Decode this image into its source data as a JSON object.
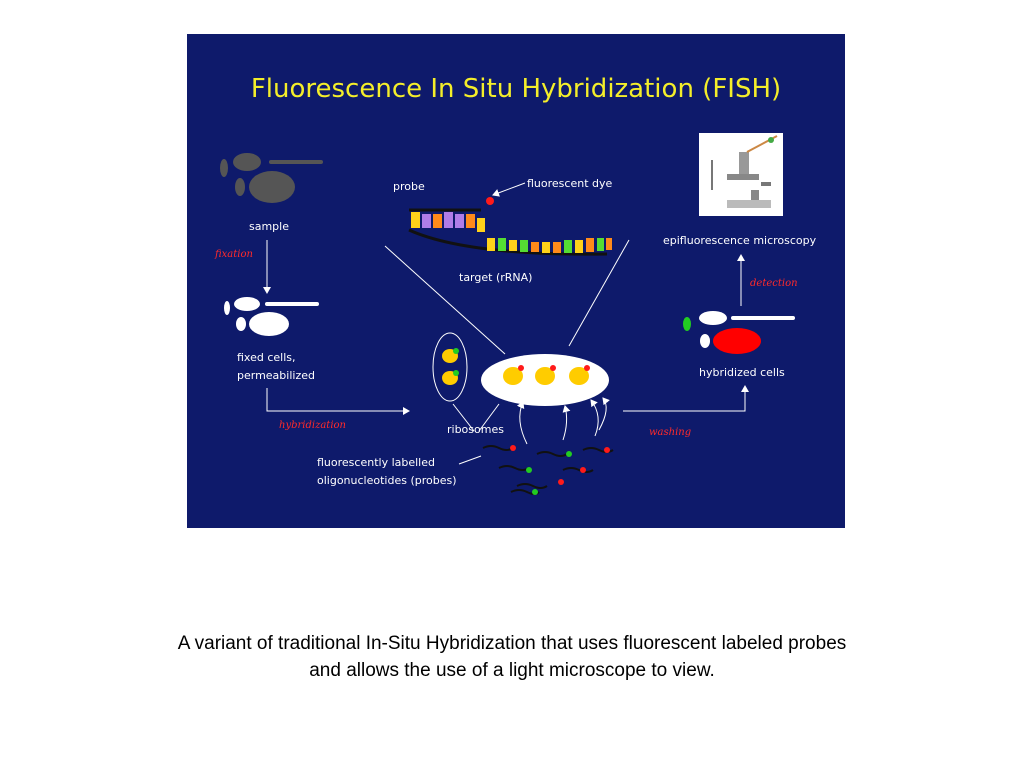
{
  "slide": {
    "title": "Fluorescence In Situ Hybridization (FISH)",
    "caption_line1": "A variant of traditional In-Situ Hybridization that uses fluorescent labeled probes",
    "caption_line2": "and allows the use of a light microscope to view."
  },
  "labels": {
    "sample": "sample",
    "fixation": "fixation",
    "fixed_cells_1": "fixed cells,",
    "fixed_cells_2": "permeabilized",
    "hybridization": "hybridization",
    "probe": "probe",
    "fluorescent_dye": "fluorescent dye",
    "target": "target (rRNA)",
    "ribosomes": "ribosomes",
    "probes_1": "fluorescently labelled",
    "probes_2": "oligonucleotides (probes)",
    "washing": "washing",
    "hybridized_cells": "hybridized cells",
    "detection": "detection",
    "microscopy": "epifluorescence microscopy"
  },
  "colors": {
    "background": "#0e1a6b",
    "title": "#f4ee2a",
    "step_label": "#ff2a2a",
    "sample_cells": "#555555",
    "fixed_cells": "#ffffff",
    "hybridized_cell": "#ff0000",
    "probe_dye": "#ff1a1a",
    "green_marker": "#22cc22"
  }
}
